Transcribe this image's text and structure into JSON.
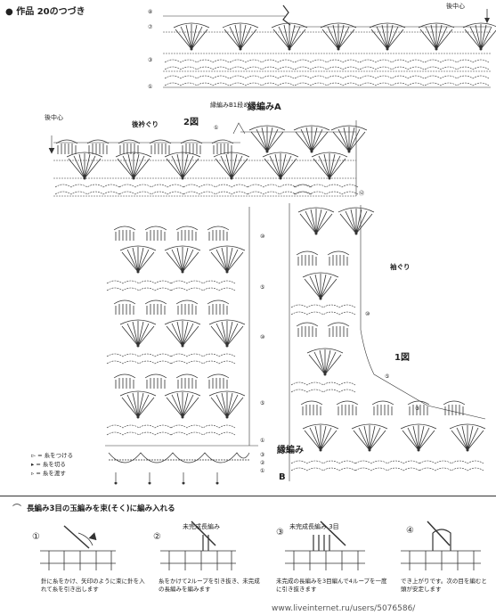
{
  "header": {
    "title": "● 作品 20のつづき",
    "back_center_top": "後中心",
    "back_center_left": "後中心"
  },
  "labels": {
    "back_neck": "後衿ぐり",
    "fig2": "2図",
    "edging_a": "縁編みA",
    "edging_b1_end": "縁編みB1段め",
    "armhole": "袖ぐり",
    "fig1": "1図",
    "edging_b_1": "縁編み",
    "edging_b_2": "B"
  },
  "legend": [
    {
      "symbol": "▻",
      "text": "= 糸をつける"
    },
    {
      "symbol": "▸",
      "text": "= 糸を切る"
    },
    {
      "symbol": "▹",
      "text": "= 糸を渡す"
    }
  ],
  "section": {
    "title": "長編み3目の玉編みを束(そく)に編み入れる"
  },
  "steps": [
    {
      "num": "①",
      "text": "針に糸をかけ、矢印のように束に針を入れて糸を引き出します",
      "note": ""
    },
    {
      "num": "②",
      "text": "糸をかけて2ループを引き抜き、未完成の長編みを編みます",
      "note": "未完成長編み"
    },
    {
      "num": "③",
      "text": "未完成の長編みを3目編んで4ループを一度に引き抜きます",
      "note": "未完成長編み 3目"
    },
    {
      "num": "④",
      "text": "でき上がりです。次の目を編むと頭が安定します",
      "note": ""
    }
  ],
  "row_numbers": {
    "top": [
      "⑧",
      "⑦",
      "③",
      "①"
    ],
    "fig2_left": [
      "①",
      "⑫"
    ],
    "panel": [
      "⑩",
      "⑤",
      "⑩",
      "⑤",
      "①"
    ],
    "right": [
      "⑩",
      "⑤",
      "③",
      "①"
    ],
    "edging_b": [
      "③",
      "②",
      "①"
    ]
  },
  "watermark": "www.liveinternet.ru/users/5076586/"
}
